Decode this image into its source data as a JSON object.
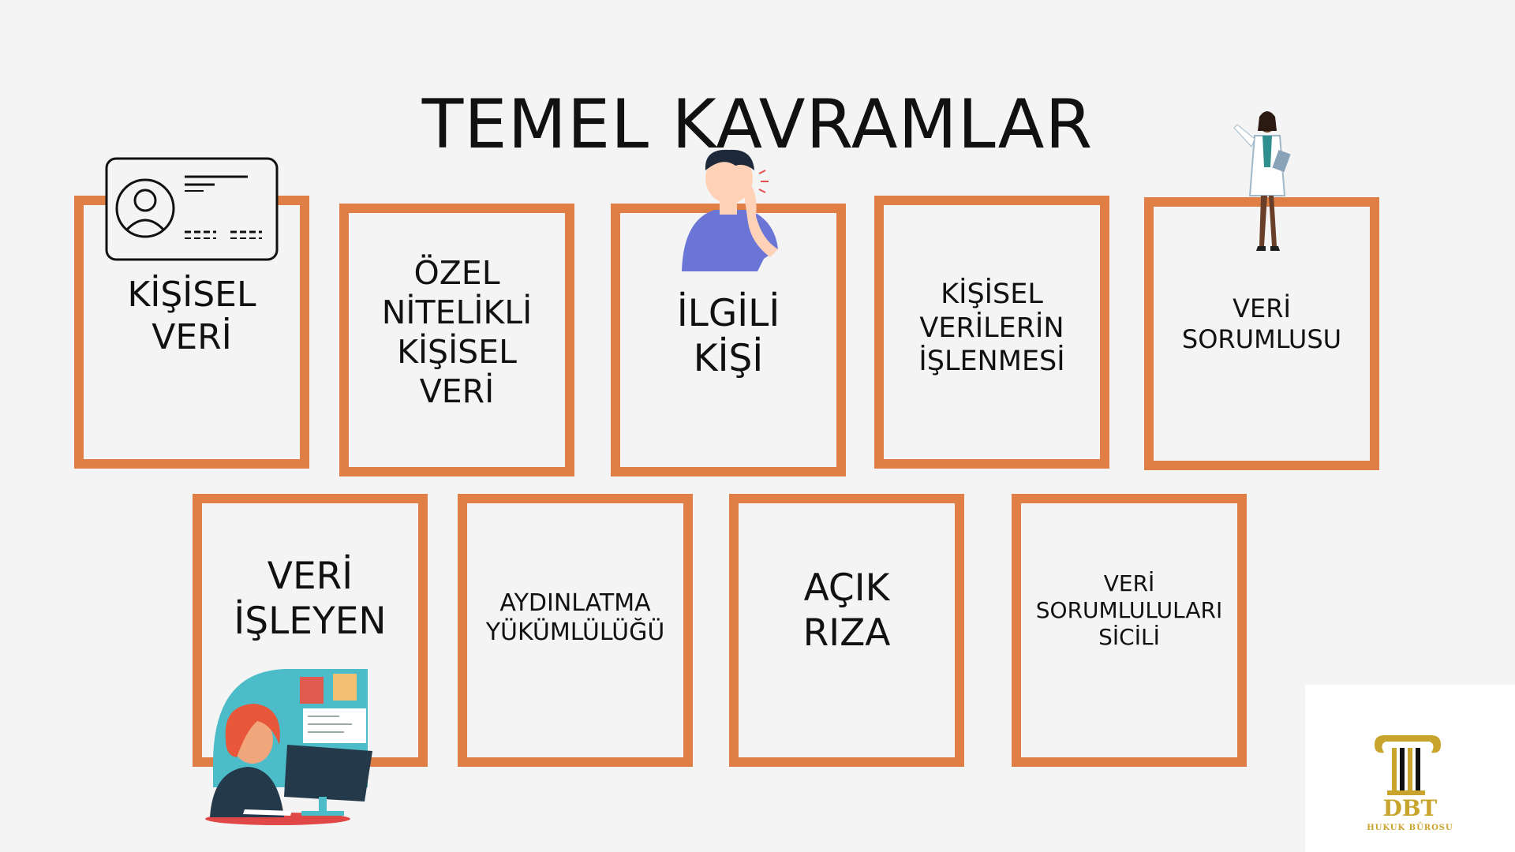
{
  "title": "TEMEL KAVRAMLAR",
  "cards": [
    {
      "lines": [
        "KİŞİSEL",
        "VERİ"
      ]
    },
    {
      "lines": [
        "ÖZEL",
        "NİTELİKLİ",
        "KİŞİSEL",
        "VERİ"
      ]
    },
    {
      "lines": [
        "İLGİLİ",
        "KİŞİ"
      ]
    },
    {
      "lines": [
        "KİŞİSEL",
        "VERİLERİN",
        "İŞLENMESİ"
      ]
    },
    {
      "lines": [
        "VERİ",
        "SORUMLUSU"
      ]
    },
    {
      "lines": [
        "VERİ",
        "İŞLEYEN"
      ]
    },
    {
      "lines": [
        "AYDINLATMA",
        "YÜKÜMLÜLÜĞÜ"
      ]
    },
    {
      "lines": [
        "AÇIK",
        "RIZA"
      ]
    },
    {
      "lines": [
        "VERİ",
        "SORUMLULULARI",
        "SİCİLİ"
      ]
    }
  ],
  "logo": {
    "mark": "DBT",
    "subtitle": "HUKUK BÜROSU"
  },
  "colors": {
    "accent": "#e07f45",
    "background": "#f4f4f4",
    "logo": "#c9a42c"
  },
  "icons": [
    "id-card-icon",
    "man-toothache-illustration",
    "doctor-illustration",
    "woman-at-computer-illustration",
    "column-logo-icon"
  ]
}
